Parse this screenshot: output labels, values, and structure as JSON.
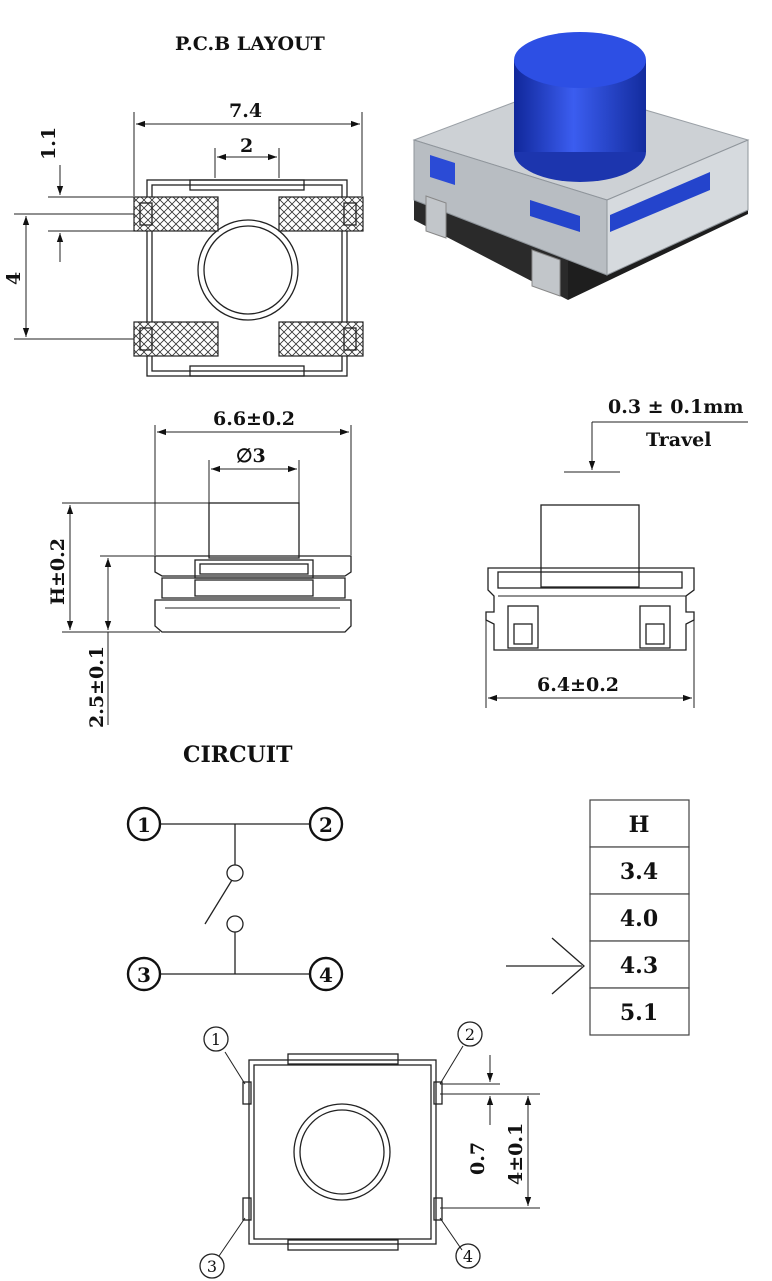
{
  "pcb_layout": {
    "title": "P.C.B LAYOUT",
    "dim_width": "7.4",
    "dim_inner": "2",
    "dim_pad": "1.1",
    "dim_pitch": "4"
  },
  "side_view": {
    "dim_width": "6.6±0.2",
    "dim_stem": "∅3",
    "dim_height": "H±0.2",
    "dim_base": "2.5±0.1"
  },
  "travel_view": {
    "dim_travel": "0.3 ± 0.1mm",
    "travel_label": "Travel",
    "dim_width": "6.4±0.2"
  },
  "circuit": {
    "title": "CIRCUIT",
    "pins": [
      "1",
      "2",
      "3",
      "4"
    ]
  },
  "height_table": {
    "header": "H",
    "rows": [
      "3.4",
      "4.0",
      "4.3",
      "5.1"
    ]
  },
  "bottom_view": {
    "pins": [
      "1",
      "2",
      "3",
      "4"
    ],
    "dim_pad": "0.7",
    "dim_pitch": "4±0.1"
  },
  "colors": {
    "actuator": "#1f3fc4",
    "housing": "#c8ccd0",
    "base": "#2a2a2a"
  }
}
